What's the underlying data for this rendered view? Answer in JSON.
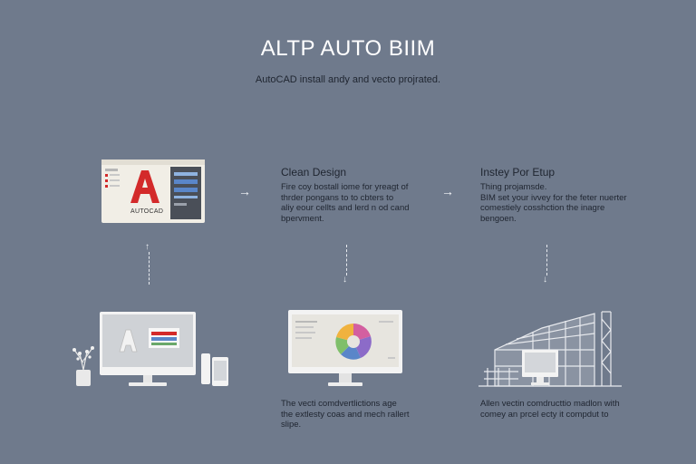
{
  "header": {
    "title": "ALTP AUTO BIIM",
    "subtitle": "AutoCAD install andy and vecto projrated."
  },
  "steps": [
    {
      "heading": "",
      "card_label": "AUTOCAD",
      "logo_letter": "A"
    },
    {
      "heading": "Clean Design",
      "lines": [
        "Fire coy bostall iome for yreagt of",
        "thrder pongans to to cbters to",
        "aliy eour cellts and lerd n od cand",
        "bpervment."
      ]
    },
    {
      "heading": "Instey Por Etup",
      "lines": [
        "Thing projamsde.",
        "BIM set your ivvey for the feter nuerter",
        "comestiely cosshction the inagre",
        "bengoen."
      ]
    }
  ],
  "bottom": [
    {
      "lines": []
    },
    {
      "lines": [
        "The vecti comdvertlictions age",
        "the extlesty coas and mech rallert",
        "slipe."
      ]
    },
    {
      "lines": [
        "Allen vectin comdructtio madlon with",
        "comey an prcel ecty it compdut to"
      ]
    }
  ],
  "icons": {
    "arrow_right": "→",
    "arrow_down": "↓",
    "arrow_up": "↑"
  },
  "colors": {
    "background": "#6f7a8c",
    "accent_red": "#d32a2a",
    "panel_blue": "#5a86c9"
  }
}
